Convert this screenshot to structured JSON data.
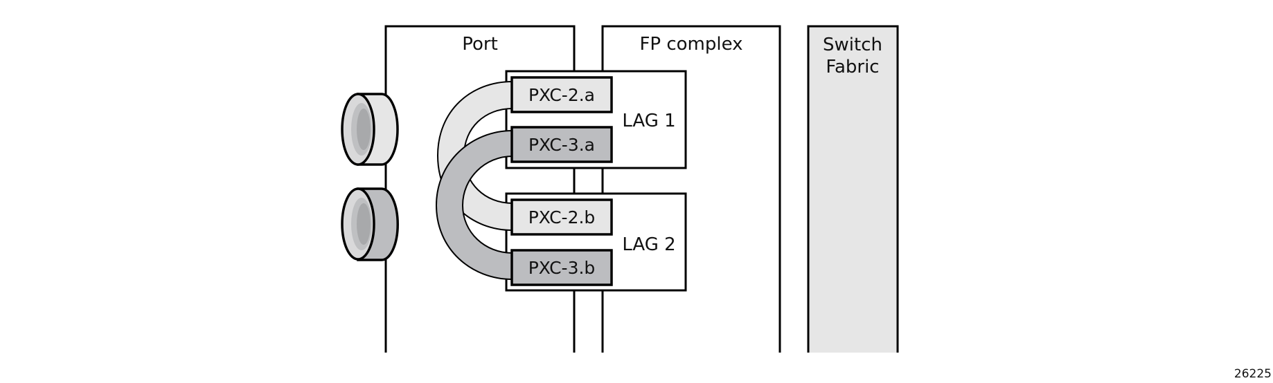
{
  "diagram": {
    "blocks": {
      "port": {
        "label": "Port"
      },
      "fp_complex": {
        "label": "FP complex"
      },
      "switch_fabric": {
        "label_line1": "Switch",
        "label_line2": "Fabric"
      }
    },
    "lags": [
      {
        "label": "LAG 1",
        "members": [
          "PXC-2.a",
          "PXC-3.a"
        ]
      },
      {
        "label": "LAG 2",
        "members": [
          "PXC-2.b",
          "PXC-3.b"
        ]
      }
    ],
    "connectors": [
      {
        "name": "port-connector-1",
        "cable": "PXC-2"
      },
      {
        "name": "port-connector-2",
        "cable": "PXC-3"
      }
    ],
    "cables": [
      {
        "name": "PXC-2",
        "from": "PXC-2.a",
        "to": "PXC-2.b"
      },
      {
        "name": "PXC-3",
        "from": "PXC-3.a",
        "to": "PXC-3.b"
      }
    ],
    "figure_number": "26225"
  },
  "colors": {
    "stroke": "#000000",
    "light_fill": "#e6e6e6",
    "dark_fill": "#bcbdc0",
    "rim_fill": "#d9d9da",
    "inner_fill": "#a8a9ab"
  }
}
